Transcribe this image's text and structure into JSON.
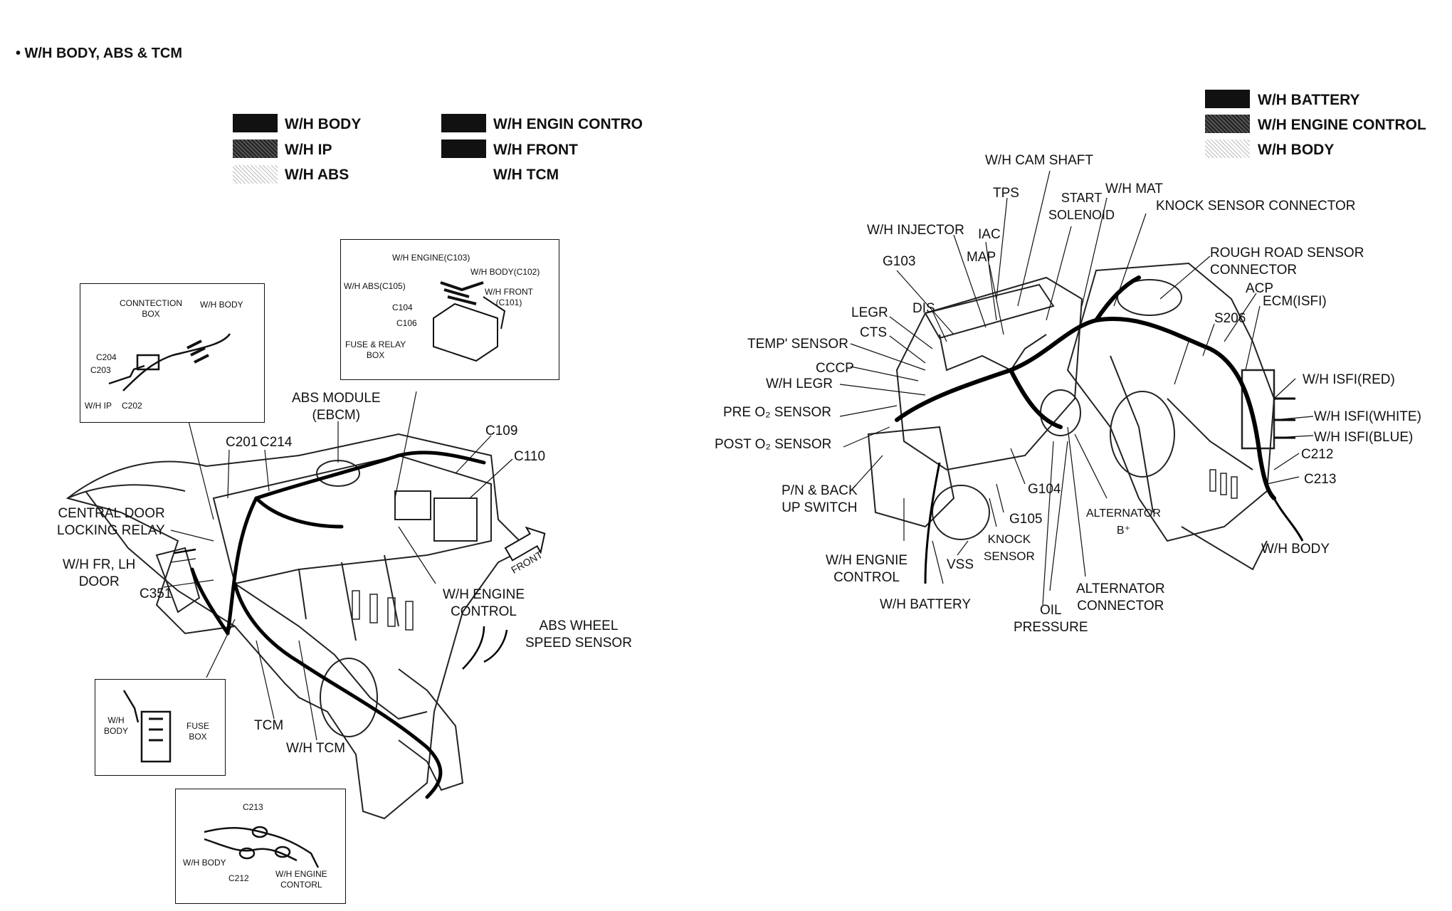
{
  "title": "•  W/H BODY, ABS & TCM",
  "left_legend": [
    {
      "label": "W/H BODY",
      "pattern": "solid"
    },
    {
      "label": "W/H IP",
      "pattern": "dark"
    },
    {
      "label": "W/H ABS",
      "pattern": "light"
    },
    {
      "label": "W/H ENGIN CONTRO",
      "pattern": "solid"
    },
    {
      "label": "W/H FRONT",
      "pattern": "solid"
    },
    {
      "label": "W/H TCM",
      "pattern": "none"
    }
  ],
  "right_legend": [
    {
      "label": "W/H BATTERY",
      "pattern": "solid"
    },
    {
      "label": "W/H ENGINE CONTROL",
      "pattern": "dark"
    },
    {
      "label": "W/H BODY",
      "pattern": "light"
    }
  ],
  "insets": {
    "connection": {
      "box": "CONNTECTION\nBOX",
      "body": "W/H BODY",
      "c204": "C204",
      "c203": "C203",
      "ip": "W/H IP",
      "c202": "C202"
    },
    "fuse_relay": {
      "engine": "W/H ENGINE(C103)",
      "body": "W/H BODY(C102)",
      "abs": "W/H ABS(C105)",
      "front": "W/H FRONT\n(C101)",
      "c104": "C104",
      "c106": "C106",
      "box": "FUSE & RELAY\nBOX"
    },
    "fuse_box": {
      "body": "W/H\nBODY",
      "box": "FUSE\nBOX"
    },
    "c213": {
      "c213": "C213",
      "body": "W/H BODY",
      "c212": "C212",
      "engine": "W/H ENGINE\nCONTORL"
    }
  },
  "left_labels": {
    "abs_module": "ABS MODULE\n(EBCM)",
    "c109": "C109",
    "c110": "C110",
    "c201": "C201",
    "c214": "C214",
    "central_door": "CENTRAL DOOR\nLOCKING RELAY",
    "wh_fr_lh": "W/H FR, LH\nDOOR",
    "c351": "C351",
    "front": "FRONT",
    "wh_engine_control": "W/H ENGINE\nCONTROL",
    "abs_wheel": "ABS WHEEL\nSPEED SENSOR",
    "tcm": "TCM",
    "wh_tcm": "W/H TCM"
  },
  "right_labels": {
    "cam_shaft": "W/H CAM SHAFT",
    "tps": "TPS",
    "start_solenoid": "START\nSOLENOID",
    "wh_mat": "W/H MAT",
    "knock_conn": "KNOCK SENSOR CONNECTOR",
    "wh_injector": "W/H INJECTOR",
    "iac": "IAC",
    "g103": "G103",
    "map": "MAP",
    "rough_road": "ROUGH ROAD SENSOR\nCONNECTOR",
    "acp": "ACP",
    "ecm": "ECM(ISFI)",
    "legr": "LEGR",
    "dis": "DIS",
    "s206": "S206",
    "cts": "CTS",
    "temp_sensor": "TEMP' SENSOR",
    "cccp": "CCCP",
    "wh_legr": "W/H LEGR",
    "isfi_red": "W/H ISFI(RED)",
    "pre_o2": "PRE O₂ SENSOR",
    "isfi_white": "W/H ISFI(WHITE)",
    "isfi_blue": "W/H ISFI(BLUE)",
    "post_o2": "POST O₂ SENSOR",
    "c212": "C212",
    "c213": "C213",
    "pn_backup": "P/N & BACK\nUP SWITCH",
    "g104": "G104",
    "alt_b": "ALTERNATOR\nB⁺",
    "g105": "G105",
    "knock_sensor": "KNOCK\nSENSOR",
    "wh_body": "W/H BODY",
    "wh_engnie": "W/H ENGNIE\nCONTROL",
    "vss": "VSS",
    "alt_conn": "ALTERNATOR\nCONNECTOR",
    "wh_battery": "W/H BATTERY",
    "oil": "OIL\nPRESSURE"
  }
}
